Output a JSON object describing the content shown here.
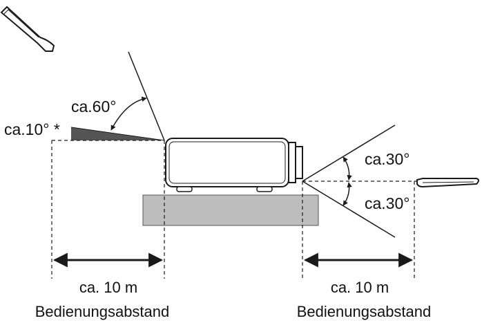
{
  "labels": {
    "top_angle": "ca.60°",
    "left_angle": "ca.10° *",
    "front_upper_angle": "ca.30°",
    "front_lower_angle": "ca.30°",
    "rear_distance": "ca. 10 m",
    "rear_distance_caption": "Bedienungsabstand",
    "front_distance": "ca. 10 m",
    "front_distance_caption": "Bedienungsabstand"
  },
  "icons": {
    "remote_upper": "remote-control-icon",
    "remote_right": "remote-control-icon",
    "projector": "projector-icon"
  },
  "colors": {
    "line": "#1a1a1a",
    "table_fill": "#bdbdbd",
    "wedge_fill": "#555555"
  }
}
